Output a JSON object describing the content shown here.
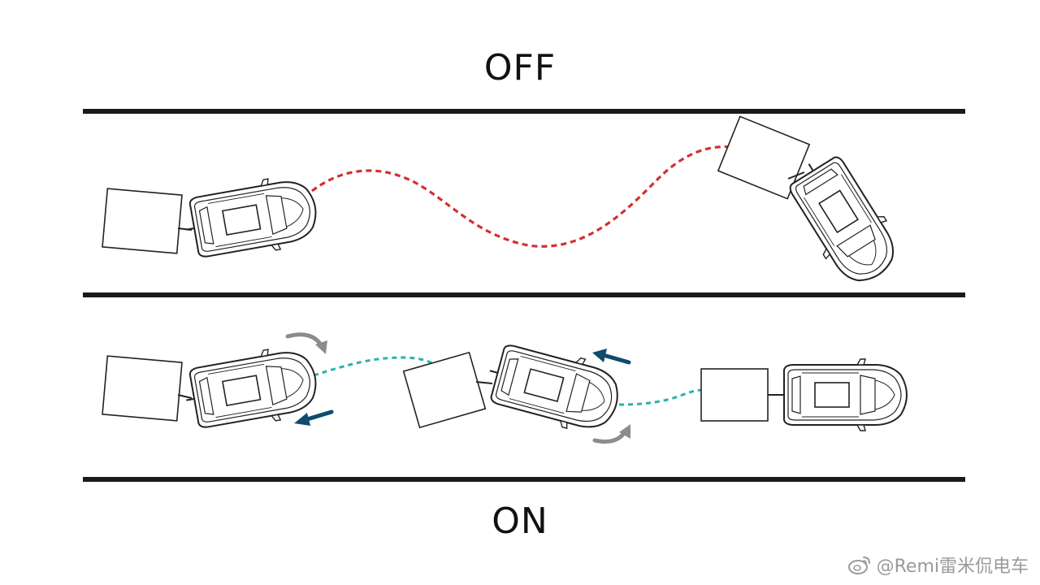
{
  "labels": {
    "top": "OFF",
    "bottom": "ON"
  },
  "watermark": {
    "text": "@Remi雷米侃电车",
    "icon": "weibo-icon"
  },
  "colors": {
    "off_path": "#d32f2f",
    "on_path": "#26b3b3",
    "direction_arrow": "#0f4c6e",
    "steering_arrow": "#8c8c8c",
    "line": "#1a1a1a"
  }
}
